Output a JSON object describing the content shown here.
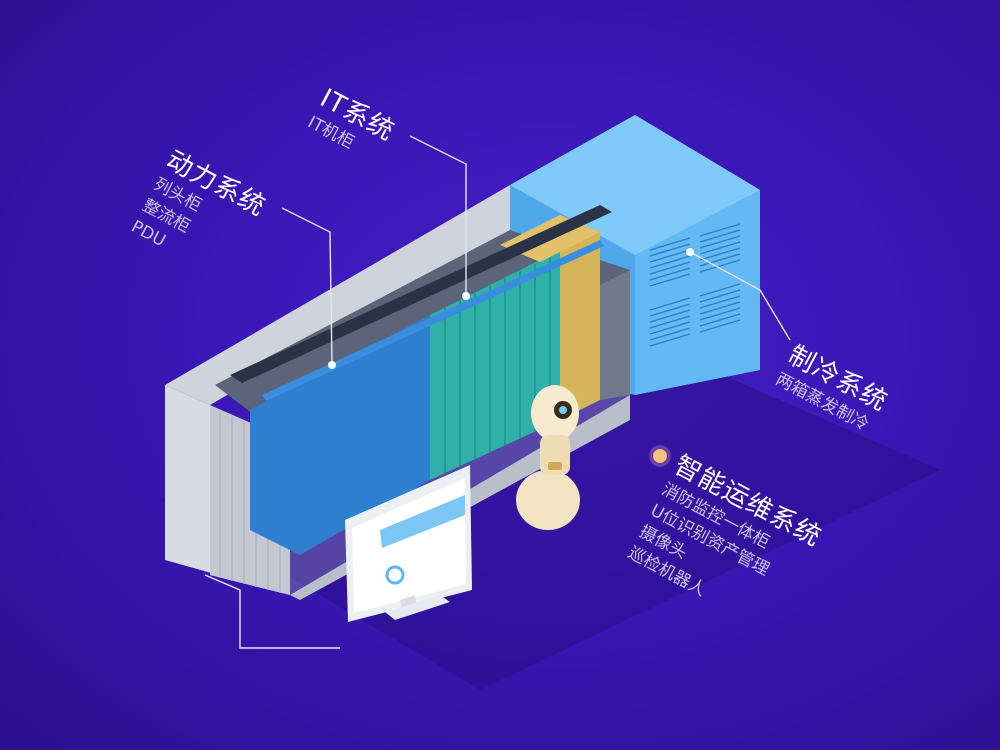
{
  "labels": {
    "power": {
      "title": "动力系统",
      "items": [
        "列头柜",
        "整流柜",
        "PDU"
      ]
    },
    "it": {
      "title": "IT系统",
      "items": [
        "IT机柜"
      ]
    },
    "cooling": {
      "title": "制冷系统",
      "items": [
        "两箱蒸发制冷"
      ]
    },
    "ops": {
      "title": "智能运维系统",
      "items": [
        "消防监控一体柜",
        "U位识别资产管理",
        "摄像头",
        "巡检机器人"
      ]
    }
  },
  "colors": {
    "background": "#3a17b6",
    "accent": "#5ab8f2",
    "line": "#e8e6f5"
  }
}
